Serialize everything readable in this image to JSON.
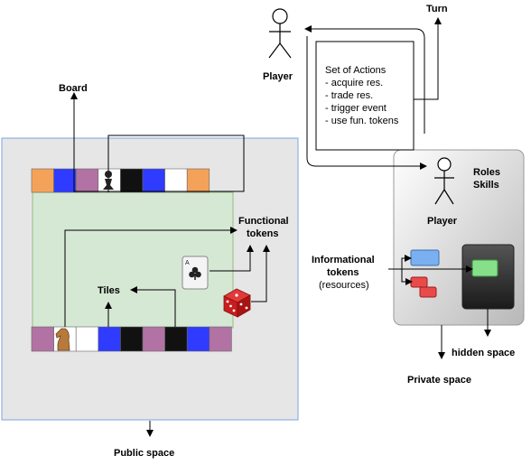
{
  "labels": {
    "board": "Board",
    "turn": "Turn",
    "player_top": "Player",
    "player_bottom": "Player",
    "roles": "Roles",
    "skills": "Skills",
    "functional_1": "Functional",
    "functional_2": "tokens",
    "tiles": "Tiles",
    "informational_1": "Informational",
    "informational_2": "tokens",
    "informational_3": "(resources)",
    "hidden_space": "hidden space",
    "private_space": "Private space",
    "public_space": "Public space"
  },
  "actions": {
    "title": "Set of Actions",
    "items": [
      "- acquire res.",
      "- trade res.",
      "- trigger event",
      "- use fun. tokens"
    ]
  },
  "board_tracks": {
    "top": [
      "#f4a25a",
      "#2f3bff",
      "#b272a4",
      "#ffffff",
      "#111111",
      "#2f3bff",
      "#ffffff",
      "#f4a25a"
    ],
    "bottom": [
      "#b272a4",
      "#ffffff",
      "#ffffff",
      "#2f3bff",
      "#111111",
      "#b272a4",
      "#111111",
      "#2f3bff",
      "#b272a4"
    ]
  },
  "colors": {
    "public_bg": "#e6e6e6",
    "public_border": "#7ea6e0",
    "board_green": "#d5e8d4",
    "private_bg": "#e0e0e0",
    "hidden_bg": "#333333"
  }
}
